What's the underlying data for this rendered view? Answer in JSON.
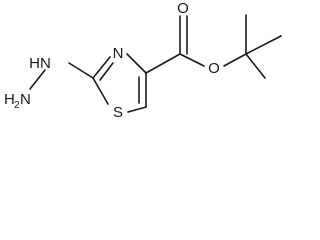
{
  "molecule": {
    "atoms": {
      "hydrazine_nh": "HN",
      "hydrazine_nh2_h": "H",
      "hydrazine_nh2_sub": "2",
      "hydrazine_nh2_n": "N",
      "ring_n": "N",
      "ring_s": "S",
      "carbonyl_o": "O",
      "ester_o": "O"
    }
  }
}
